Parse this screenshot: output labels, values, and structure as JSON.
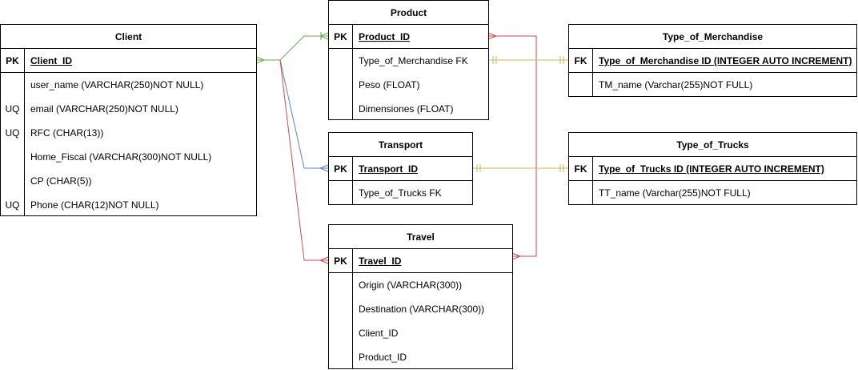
{
  "colors": {
    "green": "#6aa84f",
    "red": "#cc4b4b",
    "blue": "#5b7fc7",
    "olive": "#c9b458",
    "border": "#000000"
  },
  "entities": {
    "client": {
      "title": "Client",
      "pk_label": "PK",
      "pk_field": "Client_ID",
      "rows": [
        {
          "key": "",
          "field": "user_name (VARCHAR(250)NOT NULL)"
        },
        {
          "key": "UQ",
          "field": "email (VARCHAR(250)NOT NULL)"
        },
        {
          "key": "UQ",
          "field": "RFC (CHAR(13))"
        },
        {
          "key": "",
          "field": "Home_Fiscal (VARCHAR(300)NOT NULL)"
        },
        {
          "key": "",
          "field": "CP (CHAR(5))"
        },
        {
          "key": "UQ",
          "field": "Phone (CHAR(12)NOT NULL)"
        }
      ]
    },
    "product": {
      "title": "Product",
      "pk_label": "PK",
      "pk_field": "Product_ID",
      "rows": [
        {
          "key": "",
          "field": "Type_of_Merchandise FK"
        },
        {
          "key": "",
          "field": "Peso (FLOAT)"
        },
        {
          "key": "",
          "field": "Dimensiones  (FLOAT)"
        }
      ]
    },
    "transport": {
      "title": "Transport",
      "pk_label": "PK",
      "pk_field": "Transport_ID",
      "rows": [
        {
          "key": "",
          "field": "Type_of_Trucks FK"
        }
      ]
    },
    "travel": {
      "title": "Travel",
      "pk_label": "PK",
      "pk_field": "Travel_ID",
      "rows": [
        {
          "key": "",
          "field": "Origin (VARCHAR(300))"
        },
        {
          "key": "",
          "field": "Destination (VARCHAR(300))"
        },
        {
          "key": "",
          "field": "Client_ID"
        },
        {
          "key": "",
          "field": "Product_ID"
        }
      ]
    },
    "type_of_merchandise": {
      "title": "Type_of_Merchandise",
      "pk_label": "FK",
      "pk_field": "Type_of_Merchandise ID (INTEGER AUTO INCREMENT)",
      "rows": [
        {
          "key": "",
          "field": "TM_name (Varchar(255)NOT FULL)"
        }
      ]
    },
    "type_of_trucks": {
      "title": "Type_of_Trucks",
      "pk_label": "FK",
      "pk_field": "Type_of_Trucks ID (INTEGER AUTO INCREMENT)",
      "rows": [
        {
          "key": "",
          "field": "TT_name (Varchar(255)NOT FULL)"
        }
      ]
    }
  }
}
